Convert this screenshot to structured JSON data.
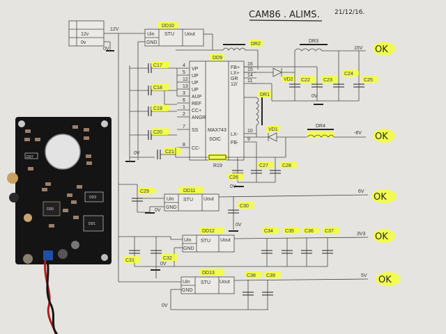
{
  "title": "CAM86 . ALIMS.",
  "date": "21/12/16.",
  "input_connector": {
    "rows": [
      "12v",
      "0v"
    ],
    "net_label": "12V",
    "gnd_label": "0V"
  },
  "regulators": [
    {
      "ref": "DD10",
      "type": "STU",
      "pins": [
        "Uin",
        "GND",
        "Uout"
      ]
    },
    {
      "ref": "DD11",
      "type": "STU",
      "pins": [
        "Uin",
        "GND",
        "Uout"
      ],
      "output": "6V",
      "status": "OK"
    },
    {
      "ref": "DD12",
      "type": "STU",
      "pins": [
        "Uin",
        "GND",
        "Uout"
      ],
      "output": "3V3",
      "status": "OK"
    },
    {
      "ref": "DD13",
      "type": "STU",
      "pins": [
        "Uin",
        "GND",
        "Uout"
      ],
      "output": "5V",
      "status": "OK"
    }
  ],
  "controller": {
    "ref": "DD9",
    "part": "MAX743",
    "package": "SOIC",
    "left_pins": [
      {
        "num": "4",
        "name": "VP"
      },
      {
        "num": "5",
        "name": "UP"
      },
      {
        "num": "12",
        "name": "UP"
      },
      {
        "num": "13",
        "name": "UP"
      },
      {
        "num": "3",
        "name": "AUP"
      },
      {
        "num": "6",
        "name": "REF"
      },
      {
        "num": "1",
        "name": "CC+"
      },
      {
        "num": "2",
        "name": "ANGR"
      },
      {
        "num": "7",
        "name": "SS"
      },
      {
        "num": "8",
        "name": "CC-"
      }
    ],
    "right_pins": [
      {
        "num": "16",
        "name": "FB+"
      },
      {
        "num": "15",
        "name": "LX+"
      },
      {
        "num": "14",
        "name": "GR"
      },
      {
        "num": "11",
        "name": "12/"
      },
      {
        "num": "10",
        "name": "LX-"
      },
      {
        "num": "9",
        "name": "FB-"
      }
    ]
  },
  "components": {
    "capacitors": [
      "C17",
      "C18",
      "C19",
      "C20",
      "C21",
      "C22",
      "C23",
      "C24",
      "C25",
      "C26",
      "C27",
      "C28",
      "C29",
      "C30",
      "C31",
      "C32",
      "C34",
      "C35",
      "C36",
      "C37",
      "C38",
      "C39"
    ],
    "inductors": [
      "DR1",
      "DR2",
      "DR3",
      "DR4"
    ],
    "diodes": [
      "VD1",
      "VD2"
    ],
    "resistors": [
      "R19"
    ]
  },
  "rails": [
    {
      "label": "15V",
      "status": "OK"
    },
    {
      "label": "-8V",
      "status": "OK"
    },
    {
      "label": "6V",
      "status": "OK"
    },
    {
      "label": "3V3",
      "status": "OK"
    },
    {
      "label": "5V",
      "status": "OK"
    }
  ],
  "ground_label": "0V",
  "pcb": {
    "silkscreen": [
      "DD7",
      "DD5",
      "DD3",
      "DD1"
    ]
  },
  "highlight_color": "#f2ff3a"
}
